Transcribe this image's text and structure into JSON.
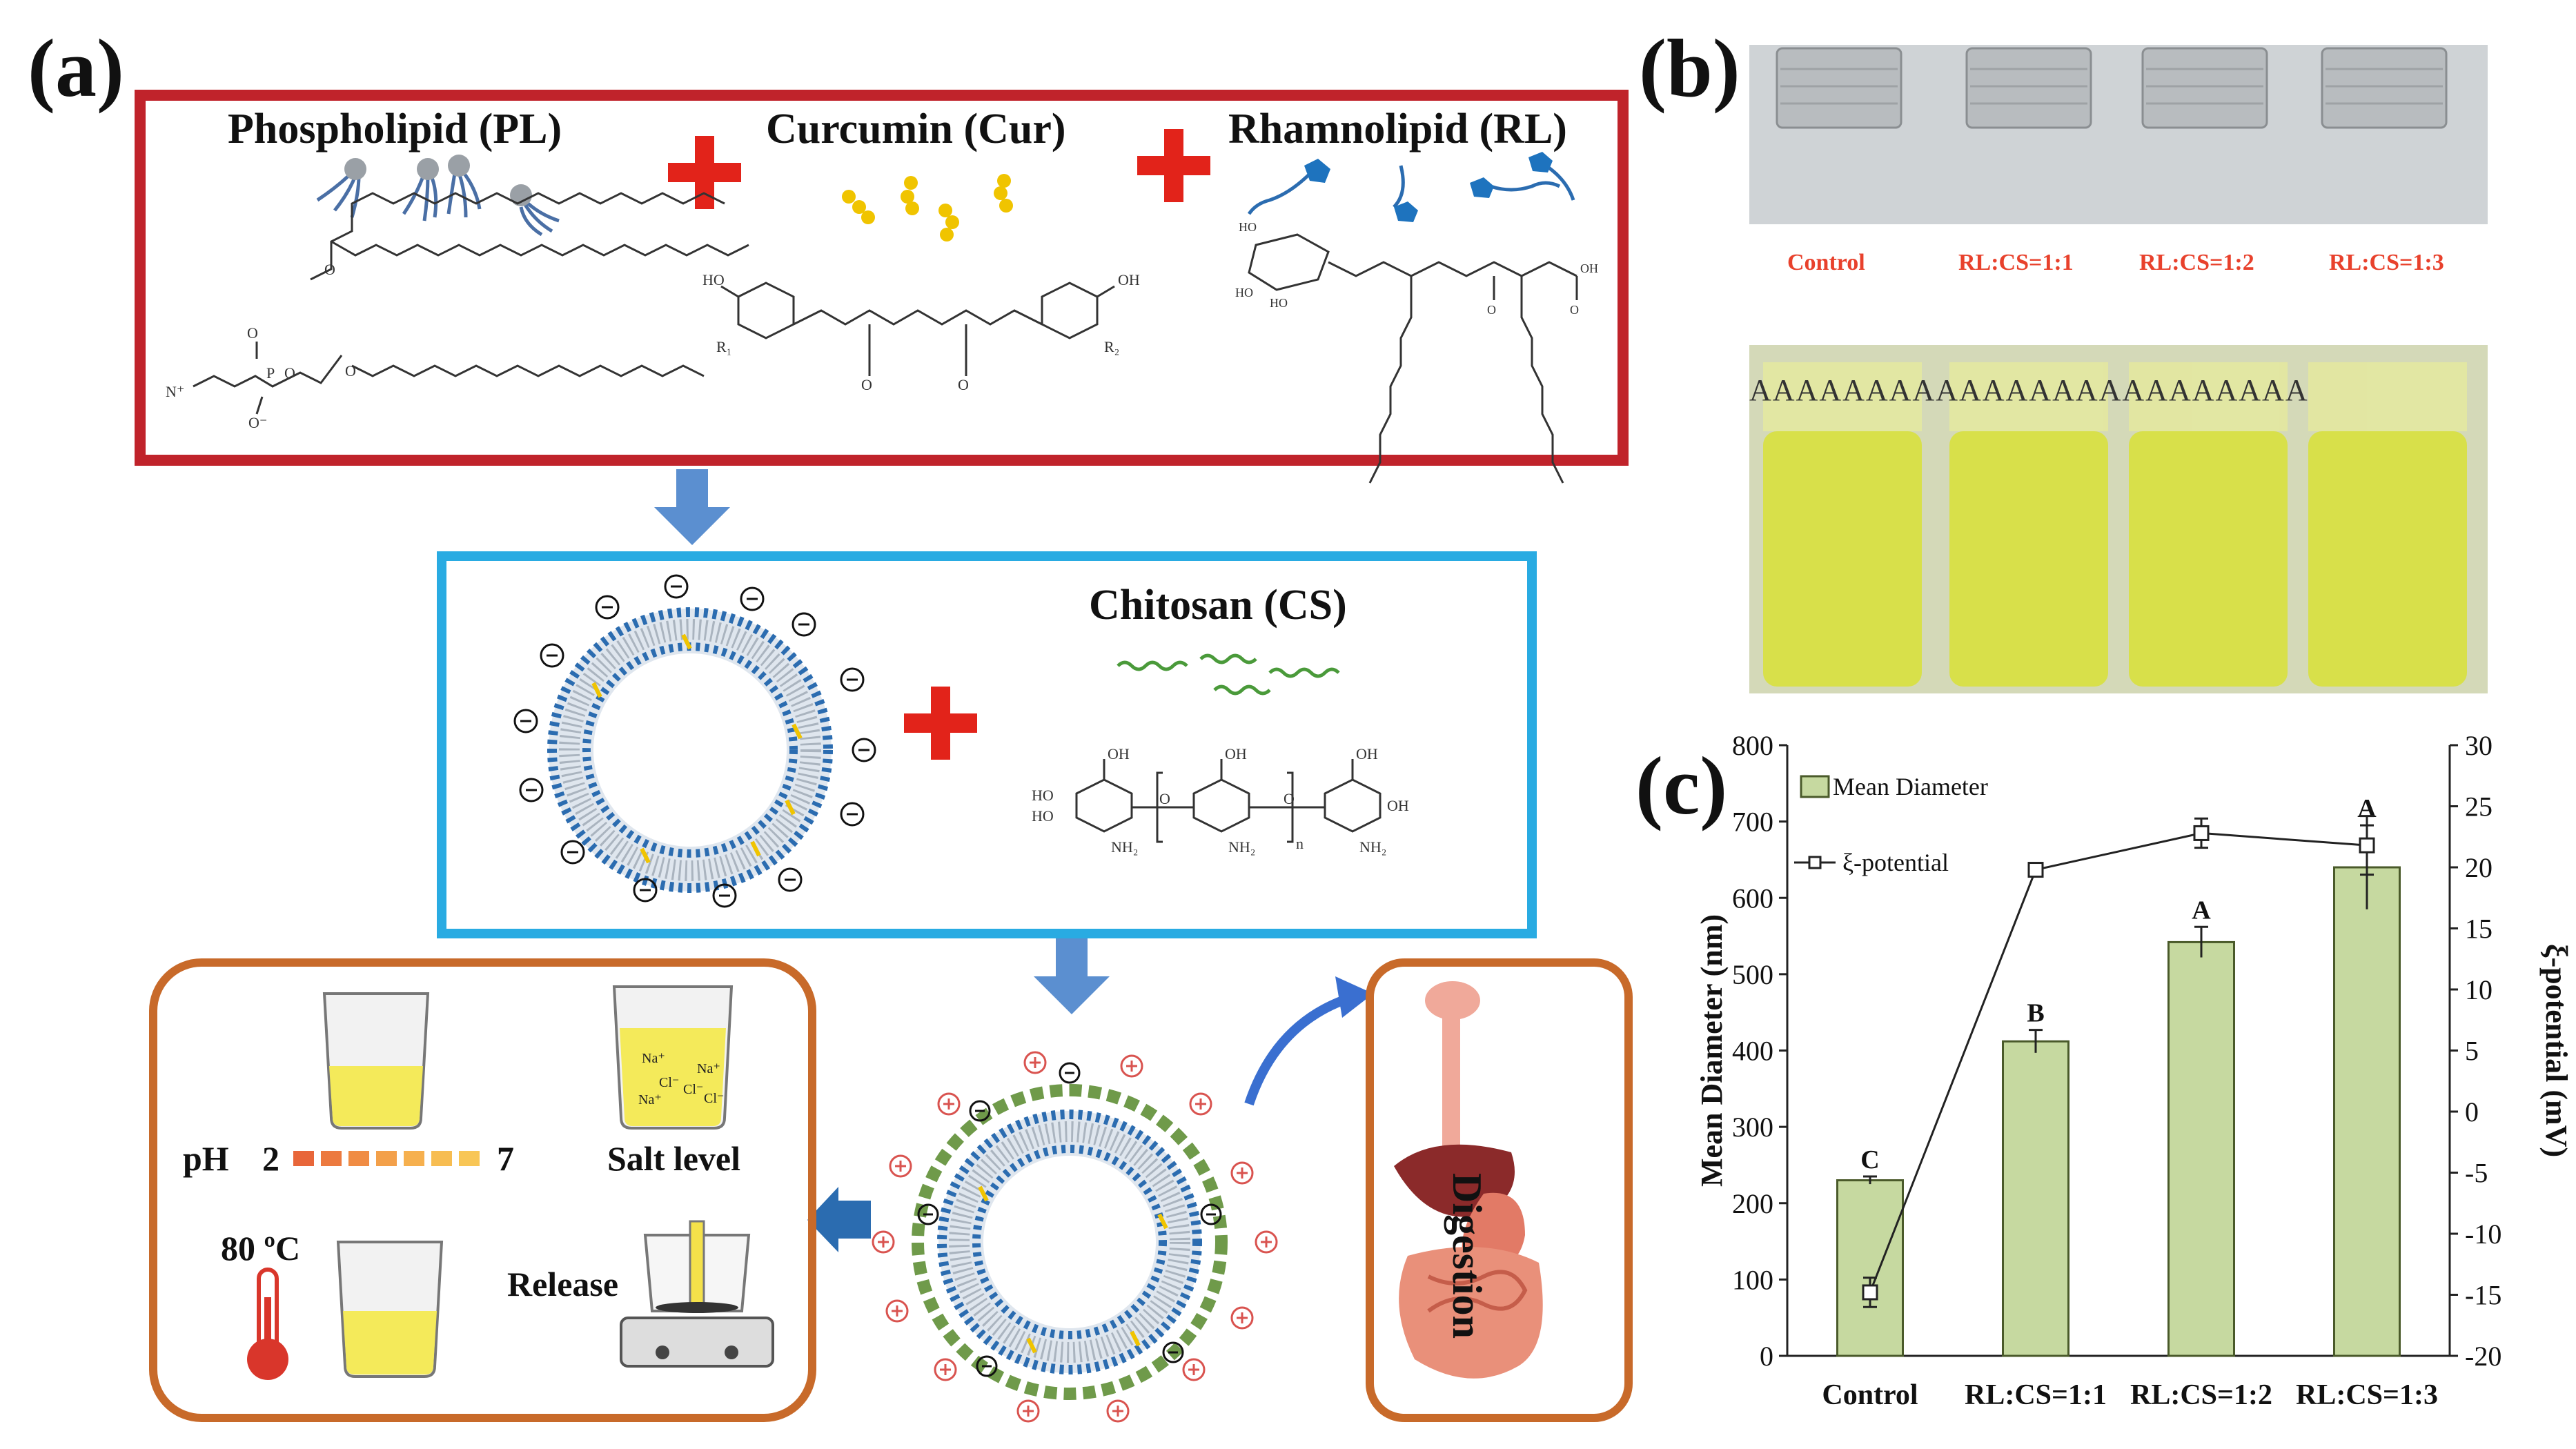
{
  "panel_a": {
    "letter": "(a)",
    "pl_title": "Phospholipid (PL)",
    "cur_title": "Curcumin (Cur)",
    "rl_title": "Rhamnolipid (RL)",
    "cs_title": "Chitosan (CS)",
    "ph_label": "pH",
    "ph_low": "2",
    "ph_high": "7",
    "salt_label": "Salt level",
    "temp_label": "80 ºC",
    "release_label": "Release",
    "digestion_label": "Digestion",
    "ion_na": "Na⁺",
    "ion_cl": "Cl⁻",
    "chem_oh": "OH",
    "chem_ho": "HO",
    "chem_r1": "R₁",
    "chem_r2": "R₂",
    "chem_o": "O",
    "chem_nh2": "NH₂",
    "chem_n": "n",
    "colors": {
      "red_frame": "#c0232b",
      "blue_frame": "#29abe2",
      "orange_frame": "#c86a2a",
      "arrow_blue": "#5b8fd0",
      "plus_red": "#e2231a"
    }
  },
  "panel_b": {
    "letter": "(b)",
    "labels": [
      "Control",
      "RL:CS=1:1",
      "RL:CS=1:2",
      "RL:CS=1:3"
    ]
  },
  "panel_c": {
    "letter": "(c)"
  },
  "chart_data": {
    "type": "bar",
    "categories": [
      "Control",
      "RL:CS=1:1",
      "RL:CS=1:2",
      "RL:CS=1:3"
    ],
    "series": [
      {
        "name": "Mean Diameter",
        "type": "bar",
        "axis": "left",
        "values": [
          230,
          412,
          542,
          640
        ],
        "errors": [
          5,
          15,
          20,
          55
        ],
        "letters": [
          "C",
          "B",
          "A",
          "A"
        ],
        "color": "#c6d9a0"
      },
      {
        "name": "ξ-potential",
        "type": "line",
        "axis": "right",
        "values": [
          -14.8,
          19.8,
          22.8,
          21.8
        ],
        "errors": [
          1.2,
          0.3,
          1.2,
          2.4
        ]
      }
    ],
    "ylabel": "Mean Diameter (nm)",
    "y2label": "ξ-potential (mV)",
    "ylim": [
      0,
      800
    ],
    "y2lim": [
      -20,
      30
    ],
    "yticks": [
      "0",
      "100",
      "200",
      "300",
      "400",
      "500",
      "600",
      "700",
      "800"
    ],
    "y2ticks": [
      "-20",
      "-15",
      "-10",
      "-5",
      "0",
      "5",
      "10",
      "15",
      "20",
      "25",
      "30"
    ],
    "legend": "top-left"
  }
}
